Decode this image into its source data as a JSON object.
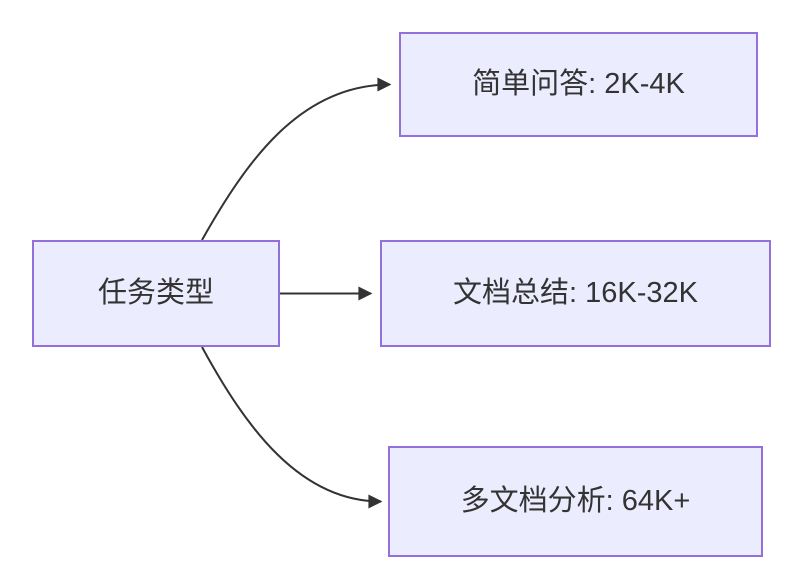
{
  "diagram": {
    "type": "flowchart",
    "direction": "left-to-right",
    "root": {
      "id": "task-type",
      "label": "任务类型"
    },
    "branches": [
      {
        "id": "simple-qa",
        "label": "简单问答: 2K-4K"
      },
      {
        "id": "doc-summary",
        "label": "文档总结: 16K-32K"
      },
      {
        "id": "multi-doc-analysis",
        "label": "多文档分析: 64K+"
      }
    ],
    "edges": [
      {
        "from": "任务类型",
        "to": "简单问答: 2K-4K"
      },
      {
        "from": "任务类型",
        "to": "文档总结: 16K-32K"
      },
      {
        "from": "任务类型",
        "to": "多文档分析: 64K+"
      }
    ],
    "colors": {
      "node_fill": "#ECECFF",
      "node_border": "#9370DB",
      "edge": "#333333",
      "text": "#333333",
      "background": "#FFFFFF"
    }
  }
}
